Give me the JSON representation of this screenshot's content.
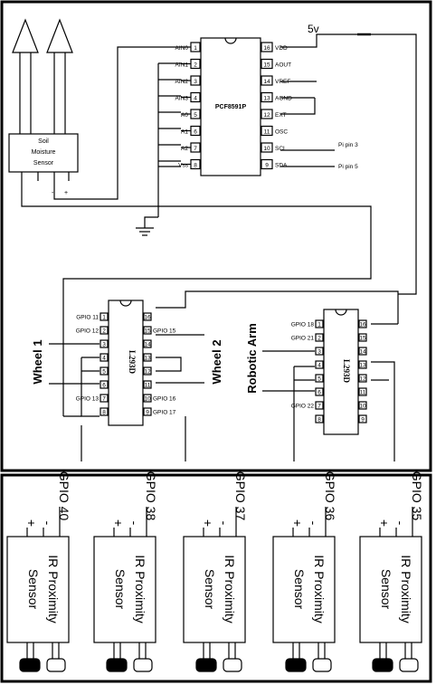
{
  "soil_sensor": {
    "label_lines": [
      "Soil",
      "Moisture",
      "Sensor"
    ],
    "minus": "-",
    "plus": "+"
  },
  "pcf8591": {
    "name": "PCF8591P",
    "left_pins": [
      {
        "label": "AIN0",
        "num": "1"
      },
      {
        "label": "AIN1",
        "num": "2"
      },
      {
        "label": "AIN2",
        "num": "3"
      },
      {
        "label": "AIN3",
        "num": "4"
      },
      {
        "label": "A0",
        "num": "5"
      },
      {
        "label": "A1",
        "num": "6"
      },
      {
        "label": "A2",
        "num": "7"
      },
      {
        "label": "Vss",
        "num": "8"
      }
    ],
    "right_pins": [
      {
        "label": "VDD",
        "num": "16"
      },
      {
        "label": "AOUT",
        "num": "15"
      },
      {
        "label": "VREF",
        "num": "14"
      },
      {
        "label": "AGND",
        "num": "13"
      },
      {
        "label": "EXT",
        "num": "12"
      },
      {
        "label": "OSC",
        "num": "11"
      },
      {
        "label": "SCL",
        "num": "10"
      },
      {
        "label": "SDA",
        "num": "9"
      }
    ],
    "pi_labels": [
      "Pi pin 3",
      "Pi pin 5"
    ]
  },
  "power": {
    "supply_label": "5v"
  },
  "l293d_left": {
    "name": "L293D",
    "wheel_left": "Wheel 1",
    "wheel_right": "Wheel 2",
    "left_pins": [
      {
        "label": "GPIO 11",
        "num": "1"
      },
      {
        "label": "GPIO 12",
        "num": "2"
      },
      {
        "label": "",
        "num": "3"
      },
      {
        "label": "",
        "num": "4"
      },
      {
        "label": "",
        "num": "5"
      },
      {
        "label": "",
        "num": "6"
      },
      {
        "label": "GPIO 13",
        "num": "7"
      },
      {
        "label": "",
        "num": "8"
      }
    ],
    "right_pins": [
      {
        "label": "",
        "num": "16"
      },
      {
        "label": "GPIO 15",
        "num": "15"
      },
      {
        "label": "",
        "num": "14"
      },
      {
        "label": "",
        "num": "13"
      },
      {
        "label": "",
        "num": "12"
      },
      {
        "label": "",
        "num": "11"
      },
      {
        "label": "GPIO 16",
        "num": "10"
      },
      {
        "label": "GPIO 17",
        "num": "9"
      }
    ]
  },
  "l293d_right": {
    "name": "L293D",
    "arm_label": "Robotic Arm",
    "left_pins": [
      {
        "label": "GPIO 18",
        "num": "1"
      },
      {
        "label": "GPIO 21",
        "num": "2"
      },
      {
        "label": "",
        "num": "3"
      },
      {
        "label": "",
        "num": "4"
      },
      {
        "label": "",
        "num": "5"
      },
      {
        "label": "",
        "num": "6"
      },
      {
        "label": "GPIO 22",
        "num": "7"
      },
      {
        "label": "",
        "num": "8"
      }
    ],
    "right_pins": [
      {
        "label": "",
        "num": "16"
      },
      {
        "label": "",
        "num": "15"
      },
      {
        "label": "",
        "num": "14"
      },
      {
        "label": "",
        "num": "13"
      },
      {
        "label": "",
        "num": "12"
      },
      {
        "label": "",
        "num": "11"
      },
      {
        "label": "",
        "num": "10"
      },
      {
        "label": "",
        "num": "9"
      }
    ]
  },
  "ir_sensors": [
    {
      "gpio": "GPIO 40",
      "title": "IR Proximity",
      "subtitle": "Sensor",
      "plus": "+",
      "minus": "-"
    },
    {
      "gpio": "GPIO 38",
      "title": "IR Proximity",
      "subtitle": "Sensor",
      "plus": "+",
      "minus": "-"
    },
    {
      "gpio": "GPIO 37",
      "title": "IR Proximity",
      "subtitle": "Sensor",
      "plus": "+",
      "minus": "-"
    },
    {
      "gpio": "GPIO 36",
      "title": "IR Proximity",
      "subtitle": "Sensor",
      "plus": "+",
      "minus": "-"
    },
    {
      "gpio": "GPIO 35",
      "title": "IR Proximity",
      "subtitle": "Sensor",
      "plus": "+",
      "minus": "-"
    }
  ]
}
